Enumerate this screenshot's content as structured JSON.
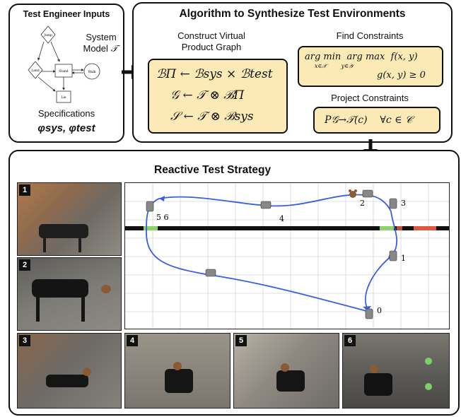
{
  "inputs": {
    "title": "Test Engineer Inputs",
    "system_model_line1": "System",
    "system_model_line2": "Model",
    "system_model_symbol": "𝒯",
    "specifications": "Specifications",
    "spec_symbols": "φsys, φtest",
    "graph_nodes": [
      "Jump",
      "Land",
      "Stand",
      "Walk",
      "Lie"
    ]
  },
  "algorithm": {
    "title": "Algorithm to Synthesize Test Environments",
    "construct_title_line1": "Construct Virtual",
    "construct_title_line2": "Product Graph",
    "eq1": "ℬΠ ← ℬsys × ℬtest",
    "eq2": "𝒢 ← 𝒯 ⊗ ℬΠ",
    "eq3": "𝒮 ← 𝒯 ⊗ ℬsys",
    "find_title": "Find Constraints",
    "opt_line": "arg min  arg max  f(x, y)",
    "opt_sub": "x∈𝒳        y∈𝒴",
    "opt_constraint": "g(x, y) ≥ 0",
    "project_title": "Project Constraints",
    "project_eq": "P𝒢→𝒯(c)    ∀c ∈ 𝒞"
  },
  "strategy": {
    "title": "Reactive Test Strategy",
    "photo_labels": [
      "1",
      "2",
      "3",
      "4",
      "5",
      "6"
    ],
    "waypoint_labels": [
      "0",
      "1",
      "2",
      "3",
      "4",
      "5 6"
    ]
  },
  "colors": {
    "yellow_box": "#fbe9b6",
    "path": "#3a5fe0",
    "green_segment": "#8ed36a",
    "red_segment": "#e0573f"
  }
}
